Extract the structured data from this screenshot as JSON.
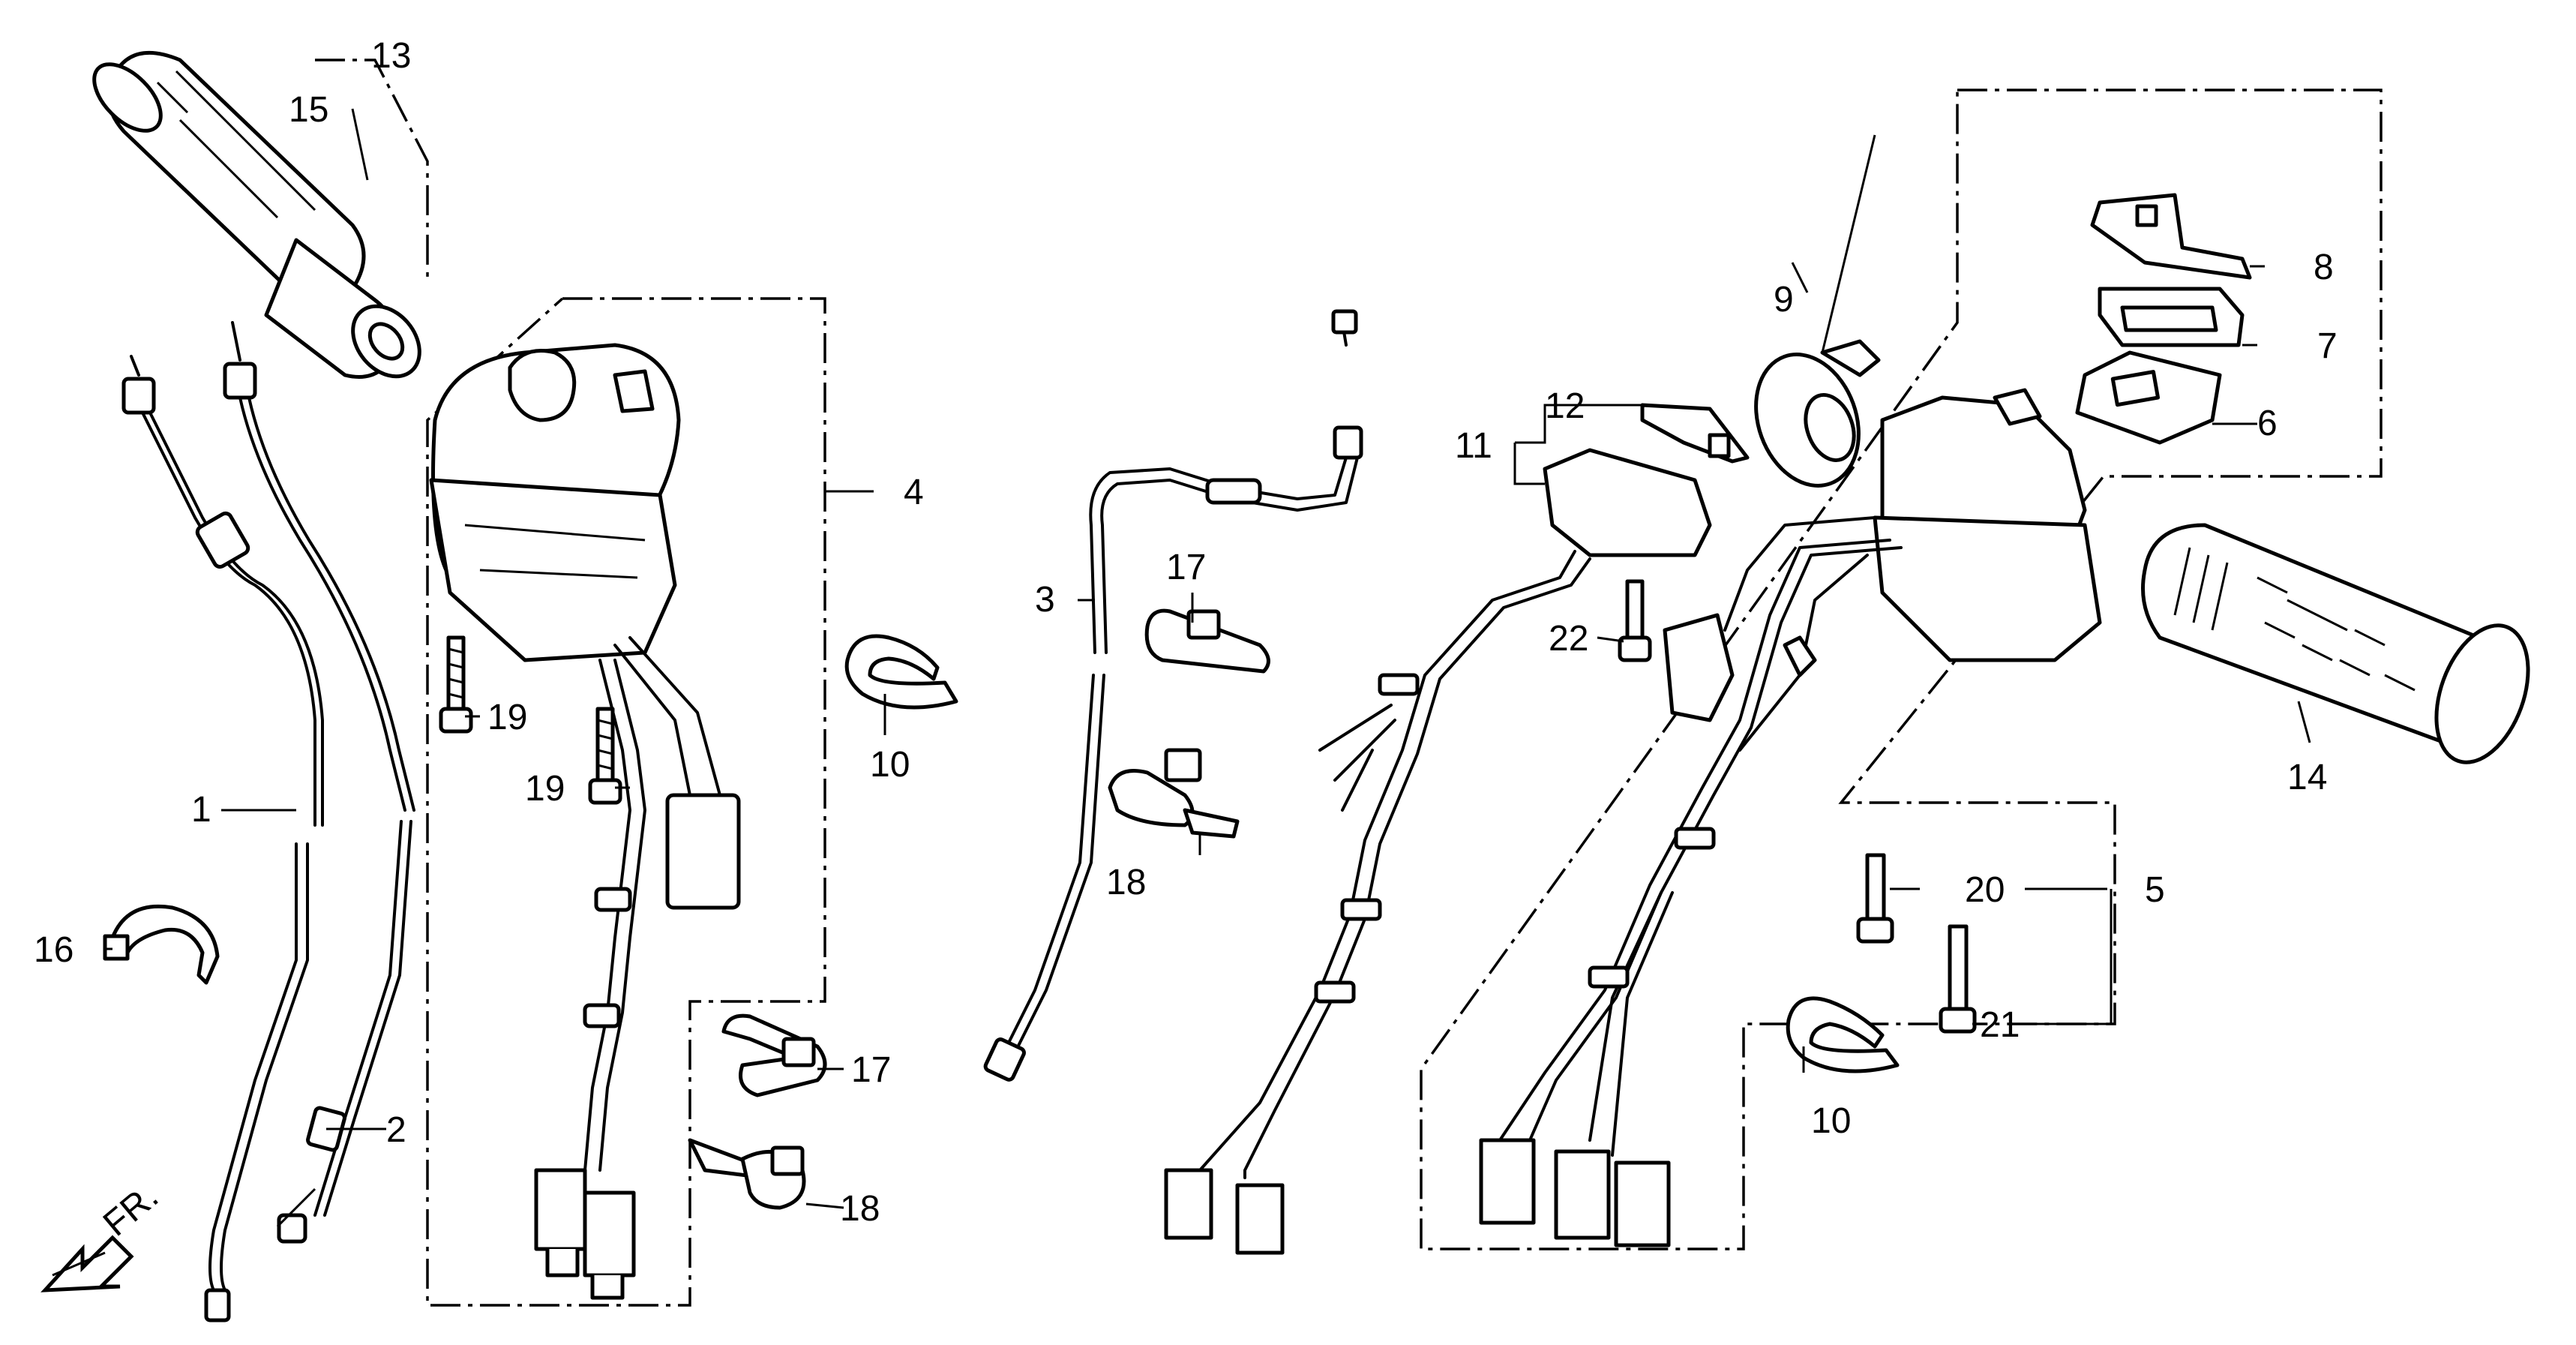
{
  "diagram": {
    "front_marker": "FR.",
    "callouts": [
      {
        "id": "c1",
        "label": "1"
      },
      {
        "id": "c2",
        "label": "2"
      },
      {
        "id": "c3",
        "label": "3"
      },
      {
        "id": "c4",
        "label": "4"
      },
      {
        "id": "c5",
        "label": "5"
      },
      {
        "id": "c6",
        "label": "6"
      },
      {
        "id": "c7",
        "label": "7"
      },
      {
        "id": "c8",
        "label": "8"
      },
      {
        "id": "c9",
        "label": "9"
      },
      {
        "id": "c10a",
        "label": "10"
      },
      {
        "id": "c10b",
        "label": "10"
      },
      {
        "id": "c11",
        "label": "11"
      },
      {
        "id": "c12",
        "label": "12"
      },
      {
        "id": "c13",
        "label": "13"
      },
      {
        "id": "c14",
        "label": "14"
      },
      {
        "id": "c15",
        "label": "15"
      },
      {
        "id": "c16",
        "label": "16"
      },
      {
        "id": "c17a",
        "label": "17"
      },
      {
        "id": "c17b",
        "label": "17"
      },
      {
        "id": "c18a",
        "label": "18"
      },
      {
        "id": "c18b",
        "label": "18"
      },
      {
        "id": "c19a",
        "label": "19"
      },
      {
        "id": "c19b",
        "label": "19"
      },
      {
        "id": "c20",
        "label": "20"
      },
      {
        "id": "c21",
        "label": "21"
      },
      {
        "id": "c22",
        "label": "22"
      }
    ]
  }
}
